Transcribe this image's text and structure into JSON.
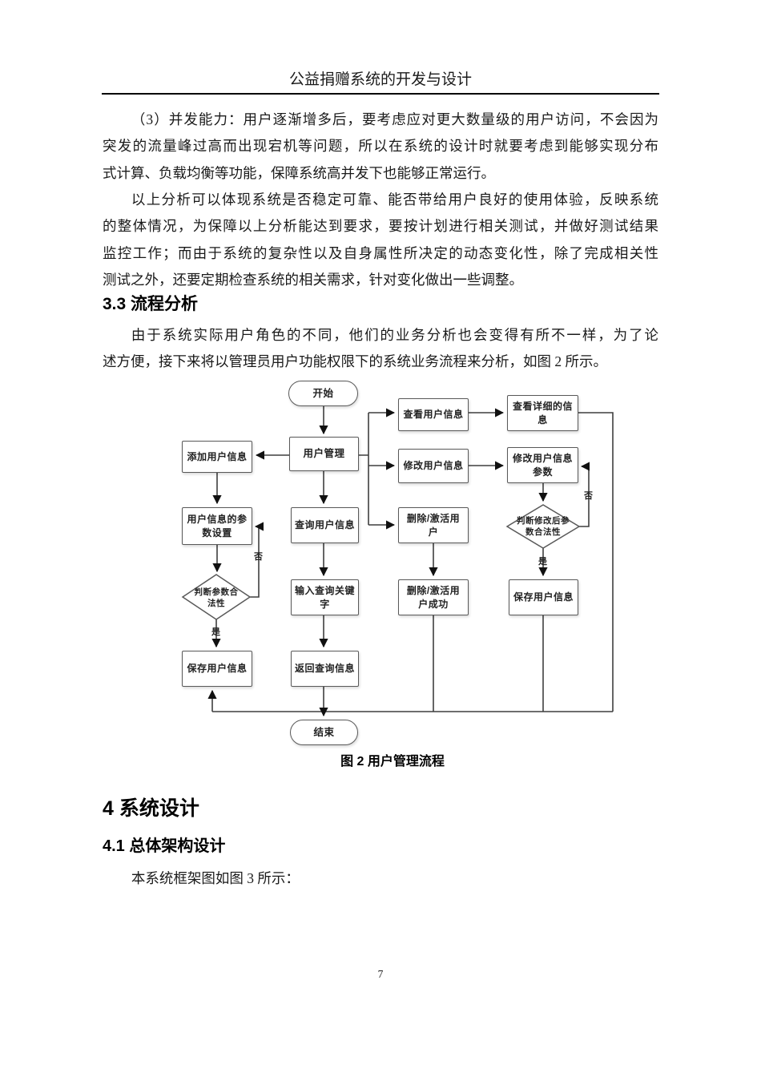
{
  "header": {
    "title": "公益捐赠系统的开发与设计"
  },
  "body": {
    "para1": {
      "lines": [
        "（3）并发能力：用户逐渐增多后，要考虑应对更大数量级的用户访问，不会因为",
        "突发的流量峰过高而出现宕机等问题，所以在系统的设计时就要考虑到能够实现分布",
        "式计算、负载均衡等功能，保障系统高并发下也能够正常运行。"
      ]
    },
    "para2": {
      "lines": [
        "以上分析可以体现系统是否稳定可靠、能否带给用户良好的使用体验，反映系统",
        "的整体情况，为保障以上分析能达到要求，要按计划进行相关测试，并做好测试结果",
        "监控工作；而由于系统的复杂性以及自身属性所决定的动态变化性，除了完成相关性",
        "测试之外，还要定期检查系统的相关需求，针对变化做出一些调整。"
      ]
    },
    "section_3_3": "3.3 流程分析",
    "para3": {
      "lines": [
        "由于系统实际用户角色的不同，他们的业务分析也会变得有所不一样，为了论",
        "述方便，接下来将以管理员用户功能权限下的系统业务流程来分析，如图 2 所示。"
      ]
    },
    "section_4": "4 系统设计",
    "section_4_1": "4.1 总体架构设计",
    "para4": "本系统框架图如图 3 所示：",
    "page_number": "7"
  },
  "figure": {
    "caption": "图 2 用户管理流程",
    "nodes": {
      "start": "开始",
      "user_mgmt": "用户管理",
      "add_user": "添加用户信息",
      "view_user": "查看用户信息",
      "view_detail": "查看详细的信息",
      "modify_user": "修改用户信息",
      "modify_params": "修改用户信息参数",
      "param_setting": "用户信息的参数设置",
      "query_user": "查询用户信息",
      "delete_user": "删除/激活用户",
      "check_params": "判断参数合法性",
      "check_modified_params": "判断修改后参数合法性",
      "input_keyword": "输入查询关键字",
      "delete_success": "删除/激活用户成功",
      "save_user_left": "保存用户信息",
      "save_user_right": "保存用户信息",
      "return_query": "返回查询信息",
      "end": "结束"
    },
    "labels": {
      "yes": "是",
      "no": "否"
    }
  }
}
